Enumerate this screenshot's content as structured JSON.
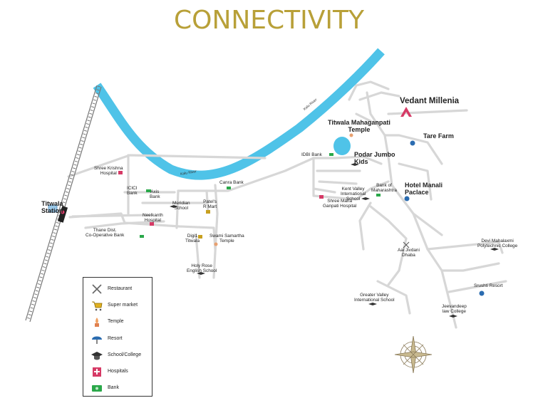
{
  "title": "CONNECTIVITY",
  "colors": {
    "title": "#b8a038",
    "river": "#4fc3e8",
    "road": "#d7d7d7",
    "rail": "#777777",
    "accent": "#d63a66"
  },
  "project": "Vedant Millenia",
  "river_labels": [
    "Kalu River",
    "Kalu River"
  ],
  "places": {
    "titwala_station": "Titwala\nStation",
    "shree_krishna": "Shree Krishna\nHospital",
    "icici": "ICICI\nBank",
    "axis": "Axis\nBank",
    "canra": "Canra Bank",
    "meridian": "Meridian\nSchool",
    "patels": "Patel's\nR Mart",
    "neelkanth": "Neelkanth\nHospital",
    "thane": "Thane Dist.\nCo-Operative Bank",
    "digi": "Digi1\nTitwala",
    "swami": "Swami Samartha\nTemple",
    "holy_rose": "Holy Rose\nEnglish School",
    "idbi": "IDBI Bank",
    "kent": "Kent Valley\nInternational\nSchool",
    "bom": "Bank of\nMaharashtra",
    "shree_maha": "Shree Maha\nGanpati Hospital",
    "aai_jivdani": "Aai Jivdani\nDhaba",
    "devi": "Devi Mahalaxmi\nPolytechnic College",
    "srushti": "Srushti Resort",
    "jeevandeep": "Jeevandeep\nlaw College",
    "greater_valley": "Greater Valley\nInternational School",
    "titwala_temple": "Titwala Mahaganpati\nTemple",
    "podar": "Podar Jumbo\nKids",
    "tare_farm": "Tare Farm",
    "hotel_manali": "Hotel Manali\nPaclace"
  },
  "legend": [
    {
      "icon": "restaurant-icon",
      "label": "Restaurant"
    },
    {
      "icon": "supermarket-icon",
      "label": "Super market"
    },
    {
      "icon": "temple-icon",
      "label": "Temple"
    },
    {
      "icon": "resort-icon",
      "label": "Resort"
    },
    {
      "icon": "school-icon",
      "label": "School/College"
    },
    {
      "icon": "hospital-icon",
      "label": "Hospitals"
    },
    {
      "icon": "bank-icon",
      "label": "Bank"
    }
  ]
}
